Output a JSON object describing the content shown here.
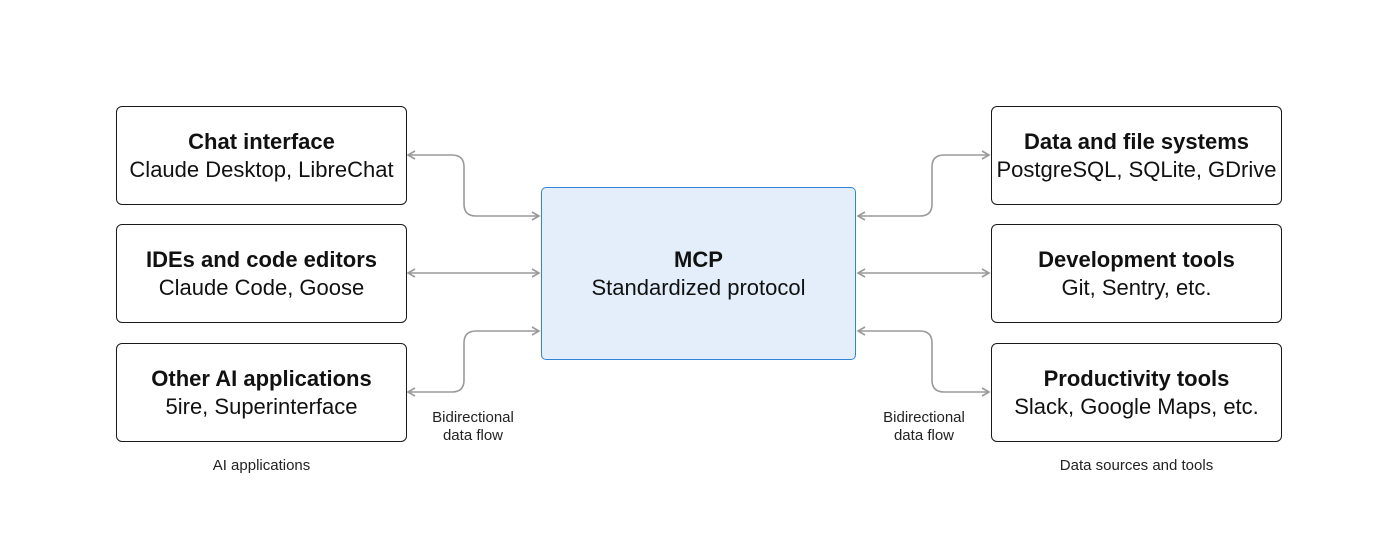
{
  "center": {
    "title": "MCP",
    "subtitle": "Standardized protocol"
  },
  "left_group": {
    "caption": "AI applications",
    "items": [
      {
        "title": "Chat interface",
        "subtitle": "Claude Desktop, LibreChat"
      },
      {
        "title": "IDEs and code editors",
        "subtitle": "Claude Code, Goose"
      },
      {
        "title": "Other AI applications",
        "subtitle": "5ire, Superinterface"
      }
    ]
  },
  "right_group": {
    "caption": "Data sources and tools",
    "items": [
      {
        "title": "Data and file systems",
        "subtitle": "PostgreSQL, SQLite, GDrive"
      },
      {
        "title": "Development tools",
        "subtitle": "Git, Sentry, etc."
      },
      {
        "title": "Productivity tools",
        "subtitle": "Slack, Google Maps, etc."
      }
    ]
  },
  "flow_labels": {
    "left": {
      "line1": "Bidirectional",
      "line2": "data flow"
    },
    "right": {
      "line1": "Bidirectional",
      "line2": "data flow"
    }
  },
  "colors": {
    "center_fill": "#e3eefa",
    "center_border": "#2f86d6",
    "node_border": "#1a1a1a",
    "connector": "#9a9a9a"
  }
}
